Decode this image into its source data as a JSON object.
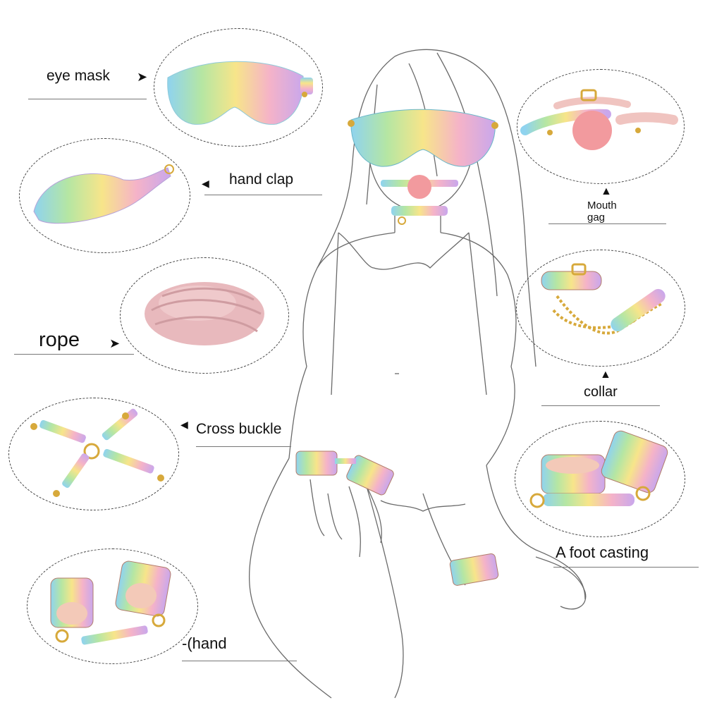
{
  "labels": {
    "eye_mask": "eye mask",
    "hand_clap": "hand clap",
    "rope": "rope",
    "cross_buckle": "Cross buckle",
    "hand": "-(hand",
    "mouth_gag_line1": "Mouth",
    "mouth_gag_line2": "gag",
    "collar": "collar",
    "foot_casting": "A foot casting"
  },
  "colors": {
    "rainbow": [
      "#8fd3ef",
      "#b5e6a3",
      "#f7e58a",
      "#f5b3c8",
      "#c9a7ec"
    ],
    "pink_ball": "#f29a9e",
    "rope_pink": "#e8b9bd",
    "gold": "#d7a93b",
    "strap_pink": "#f0c4c0",
    "line_art": "#555555"
  },
  "icons": {
    "arrow_right": "➤",
    "arrow_left": "◀",
    "arrow_up": "▲"
  }
}
